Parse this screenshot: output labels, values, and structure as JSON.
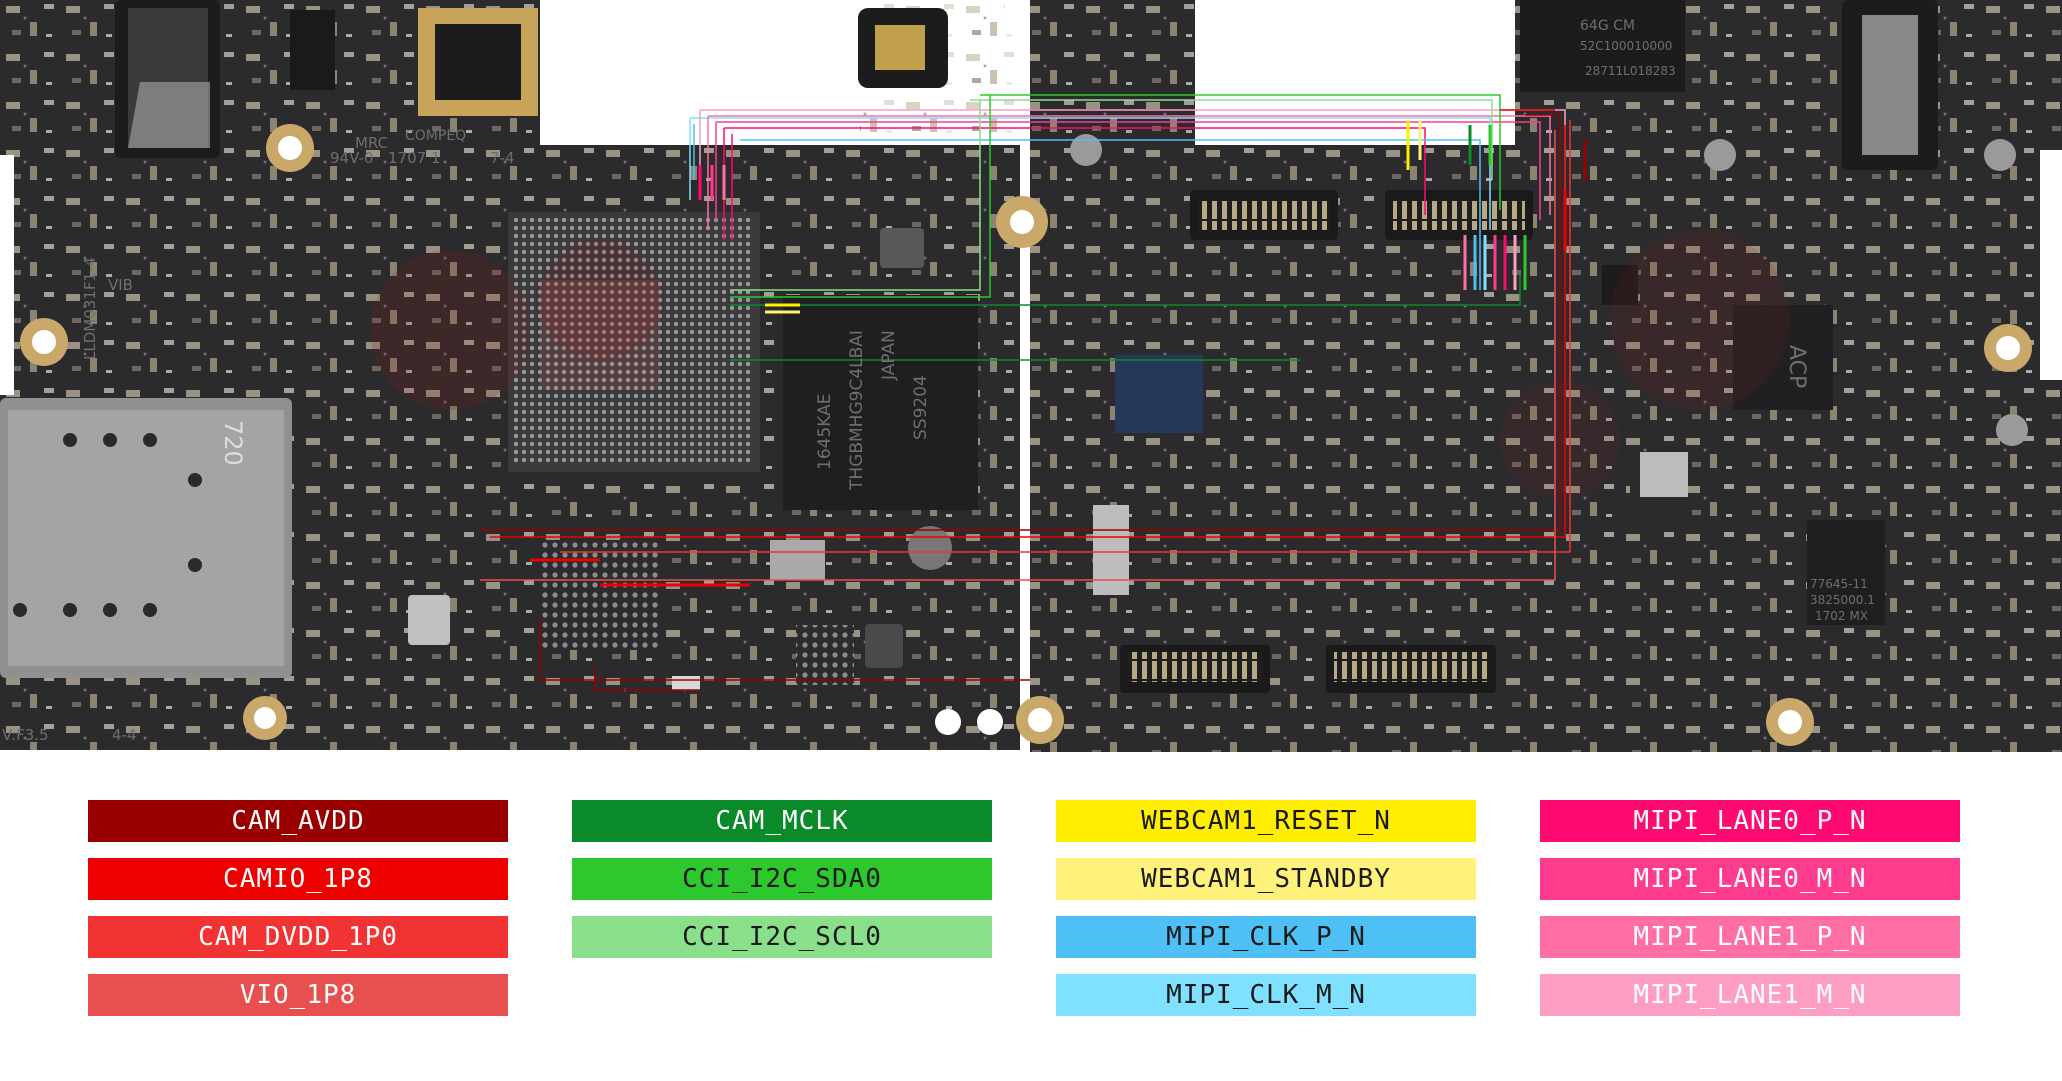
{
  "board": {
    "left_texts": [
      "MRC",
      "COMPEQ",
      "94V-0",
      "1707 1",
      "7-4",
      "LLDM031F1-4",
      "VIB",
      "720",
      "V:F3.5",
      "4-4"
    ],
    "chip_texts": [
      "1645KAE",
      "THGBMHG9C4LBAI",
      "JAPAN",
      "SS9204"
    ],
    "right_texts": [
      "64G CM",
      "52C100010000",
      "28711L018283",
      "77645-11",
      "3825000.1",
      "1702 MX",
      "ACP"
    ]
  },
  "legend": {
    "columns": [
      [
        {
          "label": "CAM_AVDD",
          "color": "#9b0000"
        },
        {
          "label": "CAMIO_1P8",
          "color": "#ee0000"
        },
        {
          "label": "CAM_DVDD_1P0",
          "color": "#f23333"
        },
        {
          "label": "VIO_1P8",
          "color": "#e85050"
        }
      ],
      [
        {
          "label": "CAM_MCLK",
          "color": "#0b8a2a"
        },
        {
          "label": "CCI_I2C_SDA0",
          "color": "#2dc82d"
        },
        {
          "label": "CCI_I2C_SCL0",
          "color": "#8ae08a"
        }
      ],
      [
        {
          "label": "WEBCAM1_RESET_N",
          "color": "#ffee00"
        },
        {
          "label": "WEBCAM1_STANDBY",
          "color": "#fff27a"
        },
        {
          "label": "MIPI_CLK_P_N",
          "color": "#4fc0f5"
        },
        {
          "label": "MIPI_CLK_M_N",
          "color": "#80e0ff"
        }
      ],
      [
        {
          "label": "MIPI_LANE0_P_N",
          "color": "#ff0a70"
        },
        {
          "label": "MIPI_LANE0_M_N",
          "color": "#ff3b8e"
        },
        {
          "label": "MIPI_LANE1_P_N",
          "color": "#ff6fa6"
        },
        {
          "label": "MIPI_LANE1_M_N",
          "color": "#ff9ec4"
        }
      ]
    ]
  }
}
